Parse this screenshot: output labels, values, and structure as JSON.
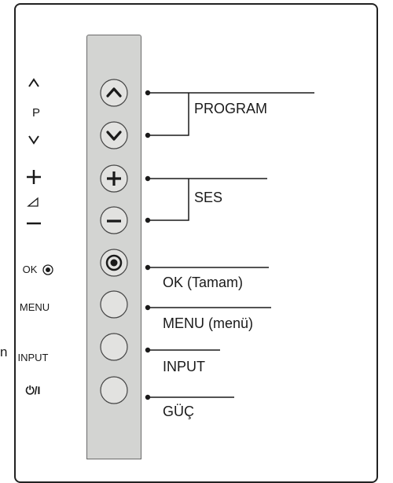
{
  "stray_text": "n",
  "side_labels": {
    "channel_letter": "P",
    "ok": "OK",
    "menu": "MENU",
    "input": "INPUT",
    "power": "⏻/I"
  },
  "callouts": {
    "program": "PROGRAM",
    "volume": "SES",
    "ok": "OK (Tamam)",
    "menu": "MENU (menü)",
    "input": "INPUT",
    "power": "GÜÇ"
  },
  "buttons": [
    {
      "id": "program-up",
      "icon": "chevron-up-icon"
    },
    {
      "id": "program-down",
      "icon": "chevron-down-icon"
    },
    {
      "id": "volume-up",
      "icon": "plus-icon"
    },
    {
      "id": "volume-down",
      "icon": "minus-icon"
    },
    {
      "id": "ok",
      "icon": "target-icon"
    },
    {
      "id": "menu",
      "icon": "blank"
    },
    {
      "id": "input",
      "icon": "blank"
    },
    {
      "id": "power",
      "icon": "blank"
    }
  ],
  "colors": {
    "panel": "#d3d4d2",
    "ink": "#1a1a1a",
    "button_fill": "#e2e2e0"
  }
}
